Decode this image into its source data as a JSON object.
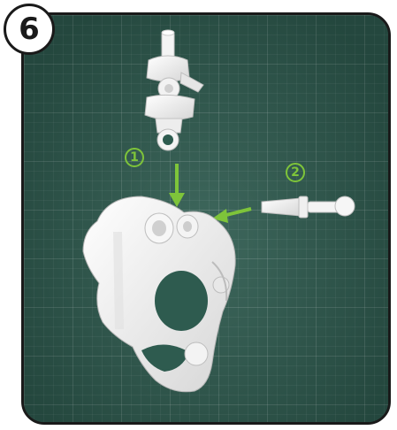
{
  "step": {
    "number": "6"
  },
  "callouts": [
    {
      "label": "1"
    },
    {
      "label": "2"
    }
  ],
  "colors": {
    "board": "#2e5b4f",
    "accent_green": "#7ec43a",
    "frame_border": "#1a1a1a",
    "model_white": "#eeeeee"
  },
  "icons": {
    "arrow_1": "arrow-down-icon",
    "arrow_2": "arrow-left-icon"
  }
}
